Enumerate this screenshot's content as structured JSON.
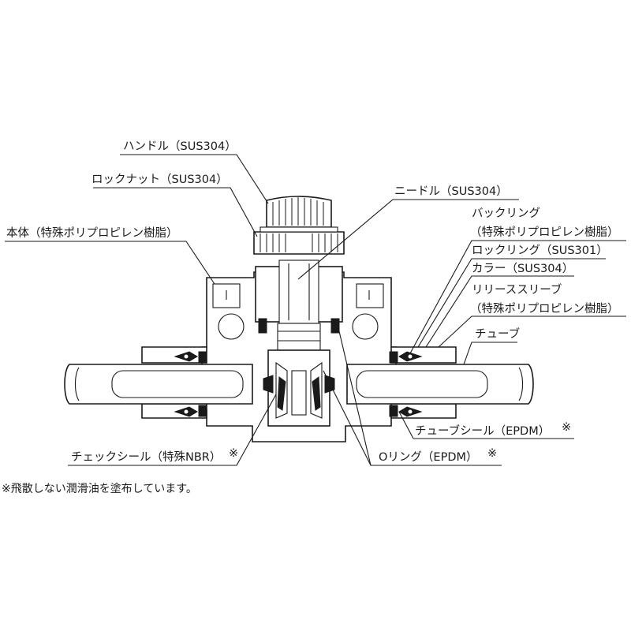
{
  "labels": {
    "handle": "ハンドル（SUS304）",
    "locknut": "ロックナット（SUS304）",
    "body": "本体（特殊ポリプロピレン樹脂）",
    "needle": "ニードル（SUS304）",
    "backring_1": "バックリング",
    "backring_2": "（特殊ポリプロピレン樹脂）",
    "lockring": "ロックリング（SUS301）",
    "collar": "カラー（SUS304）",
    "release_1": "リリーススリーブ",
    "release_2": "（特殊ポリプロピレン樹脂）",
    "tube": "チューブ",
    "tubeseal": "チューブシール（EPDM）",
    "tubeseal_mark": "※",
    "checkseal": "チェックシール（特殊NBR）",
    "checkseal_mark": "※",
    "oring": "Oリング（EPDM）",
    "oring_mark": "※"
  },
  "footnote": "※飛散しない潤滑油を塗布しています。"
}
